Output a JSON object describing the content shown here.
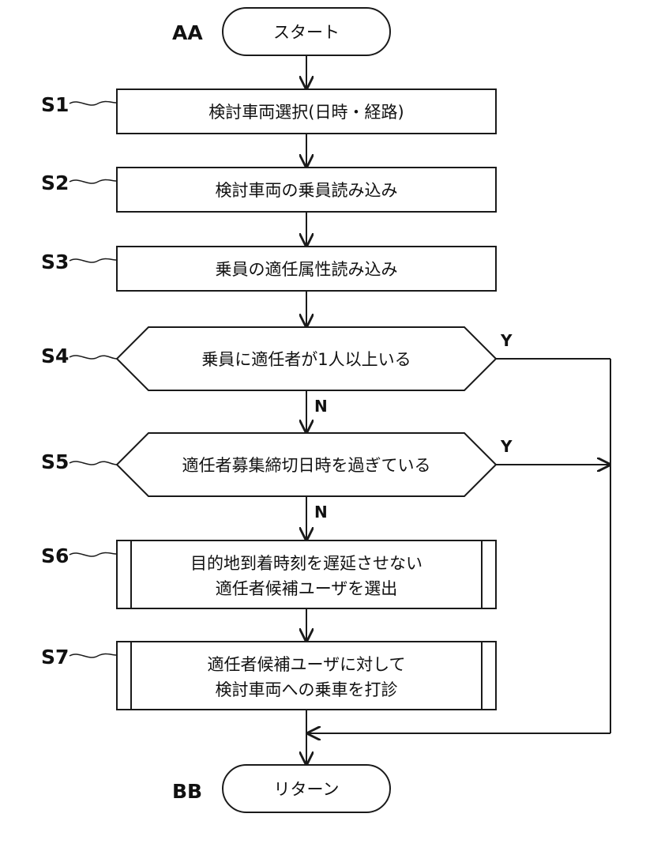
{
  "terminals": {
    "start": {
      "ref": "AA",
      "label": "スタート"
    },
    "end": {
      "ref": "BB",
      "label": "リターン"
    }
  },
  "steps": [
    {
      "id": "S1",
      "lines": [
        "検討車両選択(日時・経路)"
      ]
    },
    {
      "id": "S2",
      "lines": [
        "検討車両の乗員読み込み"
      ]
    },
    {
      "id": "S3",
      "lines": [
        "乗員の適任属性読み込み"
      ]
    },
    {
      "id": "S4",
      "lines": [
        "乗員に適任者が1人以上いる"
      ],
      "yes": "Y",
      "no": "N"
    },
    {
      "id": "S5",
      "lines": [
        "適任者募集締切日時を過ぎている"
      ],
      "yes": "Y",
      "no": "N"
    },
    {
      "id": "S6",
      "lines": [
        "目的地到着時刻を遅延させない",
        "適任者候補ユーザを選出"
      ]
    },
    {
      "id": "S7",
      "lines": [
        "適任者候補ユーザに対して",
        "検討車両への乗車を打診"
      ]
    }
  ]
}
